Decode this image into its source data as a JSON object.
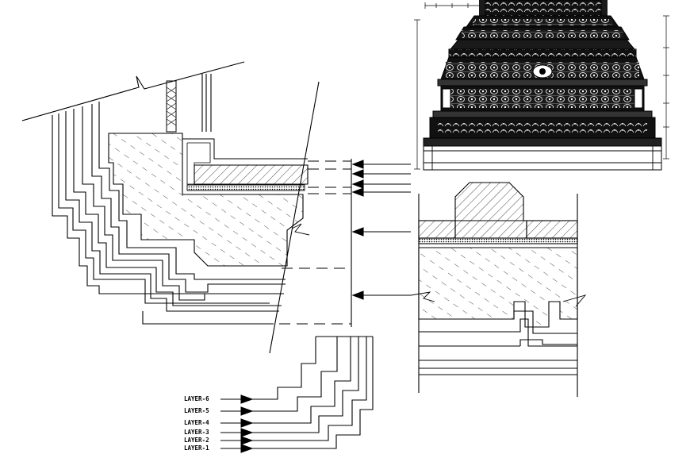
{
  "layer_labels": [
    "LAYER-6",
    "LAYER-5",
    "LAYER-4",
    "LAYER-3",
    "LAYER-2",
    "LAYER-1"
  ],
  "colors": {
    "background": "#ffffff",
    "line": "#000000",
    "hatch": "#000000",
    "elevation_fill": "#1a1a1a"
  }
}
